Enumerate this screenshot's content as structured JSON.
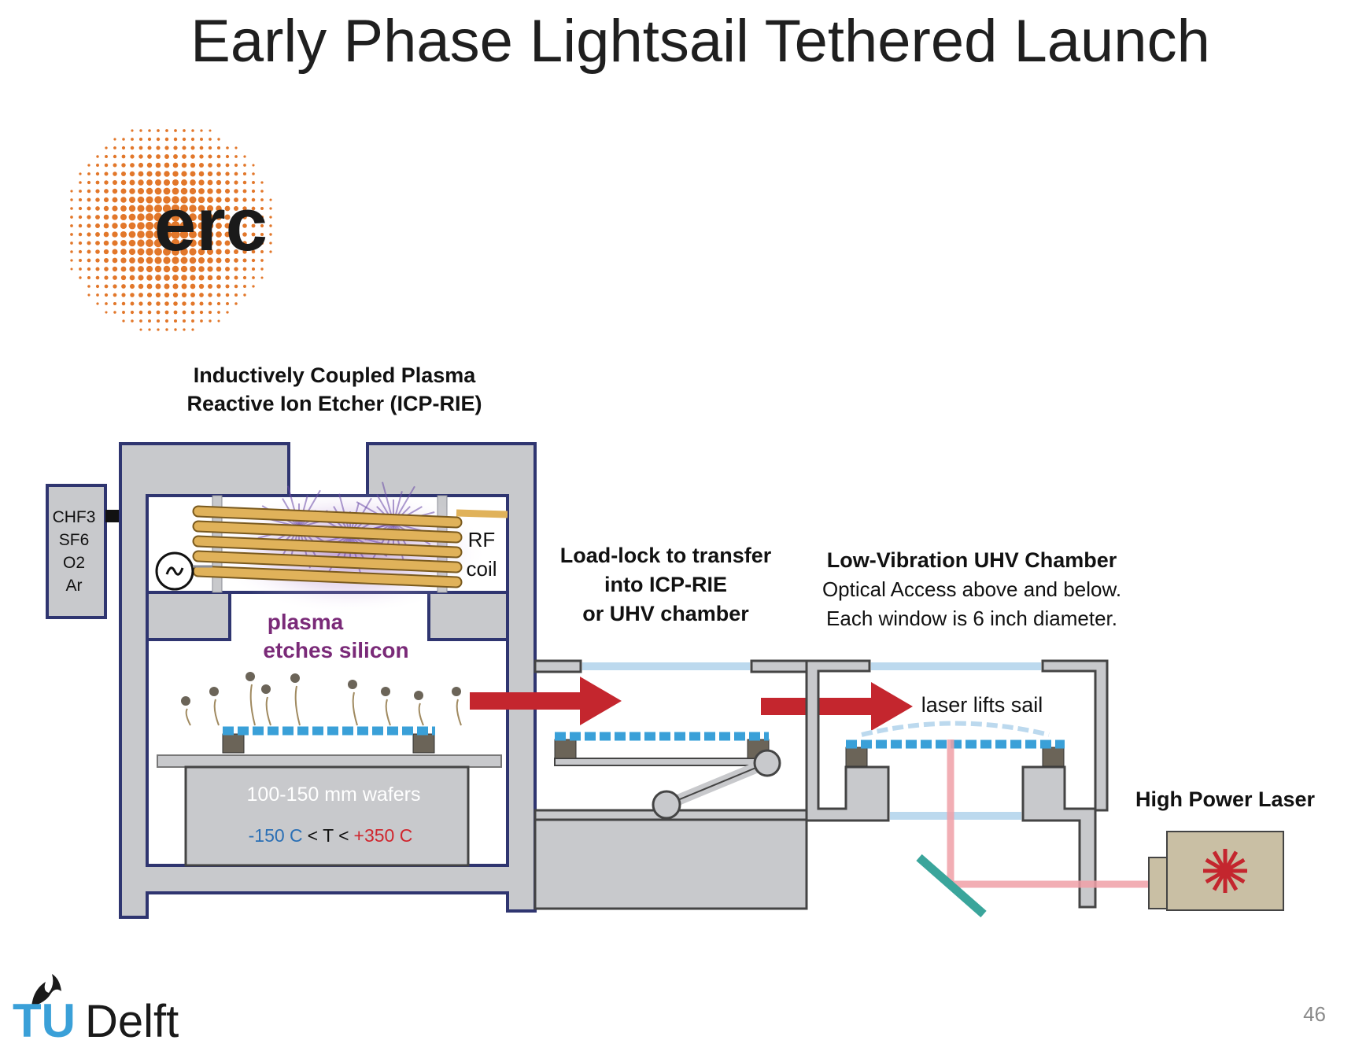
{
  "title": "Early Phase Lightsail Tethered Launch",
  "page_number": "46",
  "logos": {
    "erc": "erc",
    "tu": "TU",
    "delft": "Delft"
  },
  "labels": {
    "icp_line1": "Inductively Coupled Plasma",
    "icp_line2": "Reactive Ion Etcher (ICP-RIE)",
    "gases": [
      "CHF3",
      "SF6",
      "O2",
      "Ar"
    ],
    "rf_line1": "RF",
    "rf_line2": "coil",
    "plasma_line1": "plasma",
    "plasma_line2": "etches silicon",
    "wafers": "100-150 mm wafers",
    "temp_low": "-150 C",
    "temp_mid": "< T <",
    "temp_high": "+350 C",
    "loadlock_line1": "Load-lock to transfer",
    "loadlock_line2": "into ICP-RIE",
    "loadlock_line3": "or UHV chamber",
    "uhv_title": "Low-Vibration UHV Chamber",
    "uhv_line2": "Optical Access above and below.",
    "uhv_line3": "Each window is 6 inch diameter.",
    "laser_lifts": "laser lifts sail",
    "hpl": "High Power Laser"
  },
  "colors": {
    "chamber_fill": "#c8c9cc",
    "chamber_stroke": "#2f3570",
    "coil": "#e0b25a",
    "arrow": "#c4262e",
    "wafer": "#3aa0d8",
    "laser_beam": "#f0a0a8",
    "mirror": "#3aa59b",
    "laser_box": "#c9bfa4",
    "plasma_text": "#7a2a78",
    "temp_cold": "#2a6fb5",
    "temp_hot": "#d0262e",
    "erc_dots": "#e2772a",
    "tu_blue": "#3aa0d8"
  }
}
